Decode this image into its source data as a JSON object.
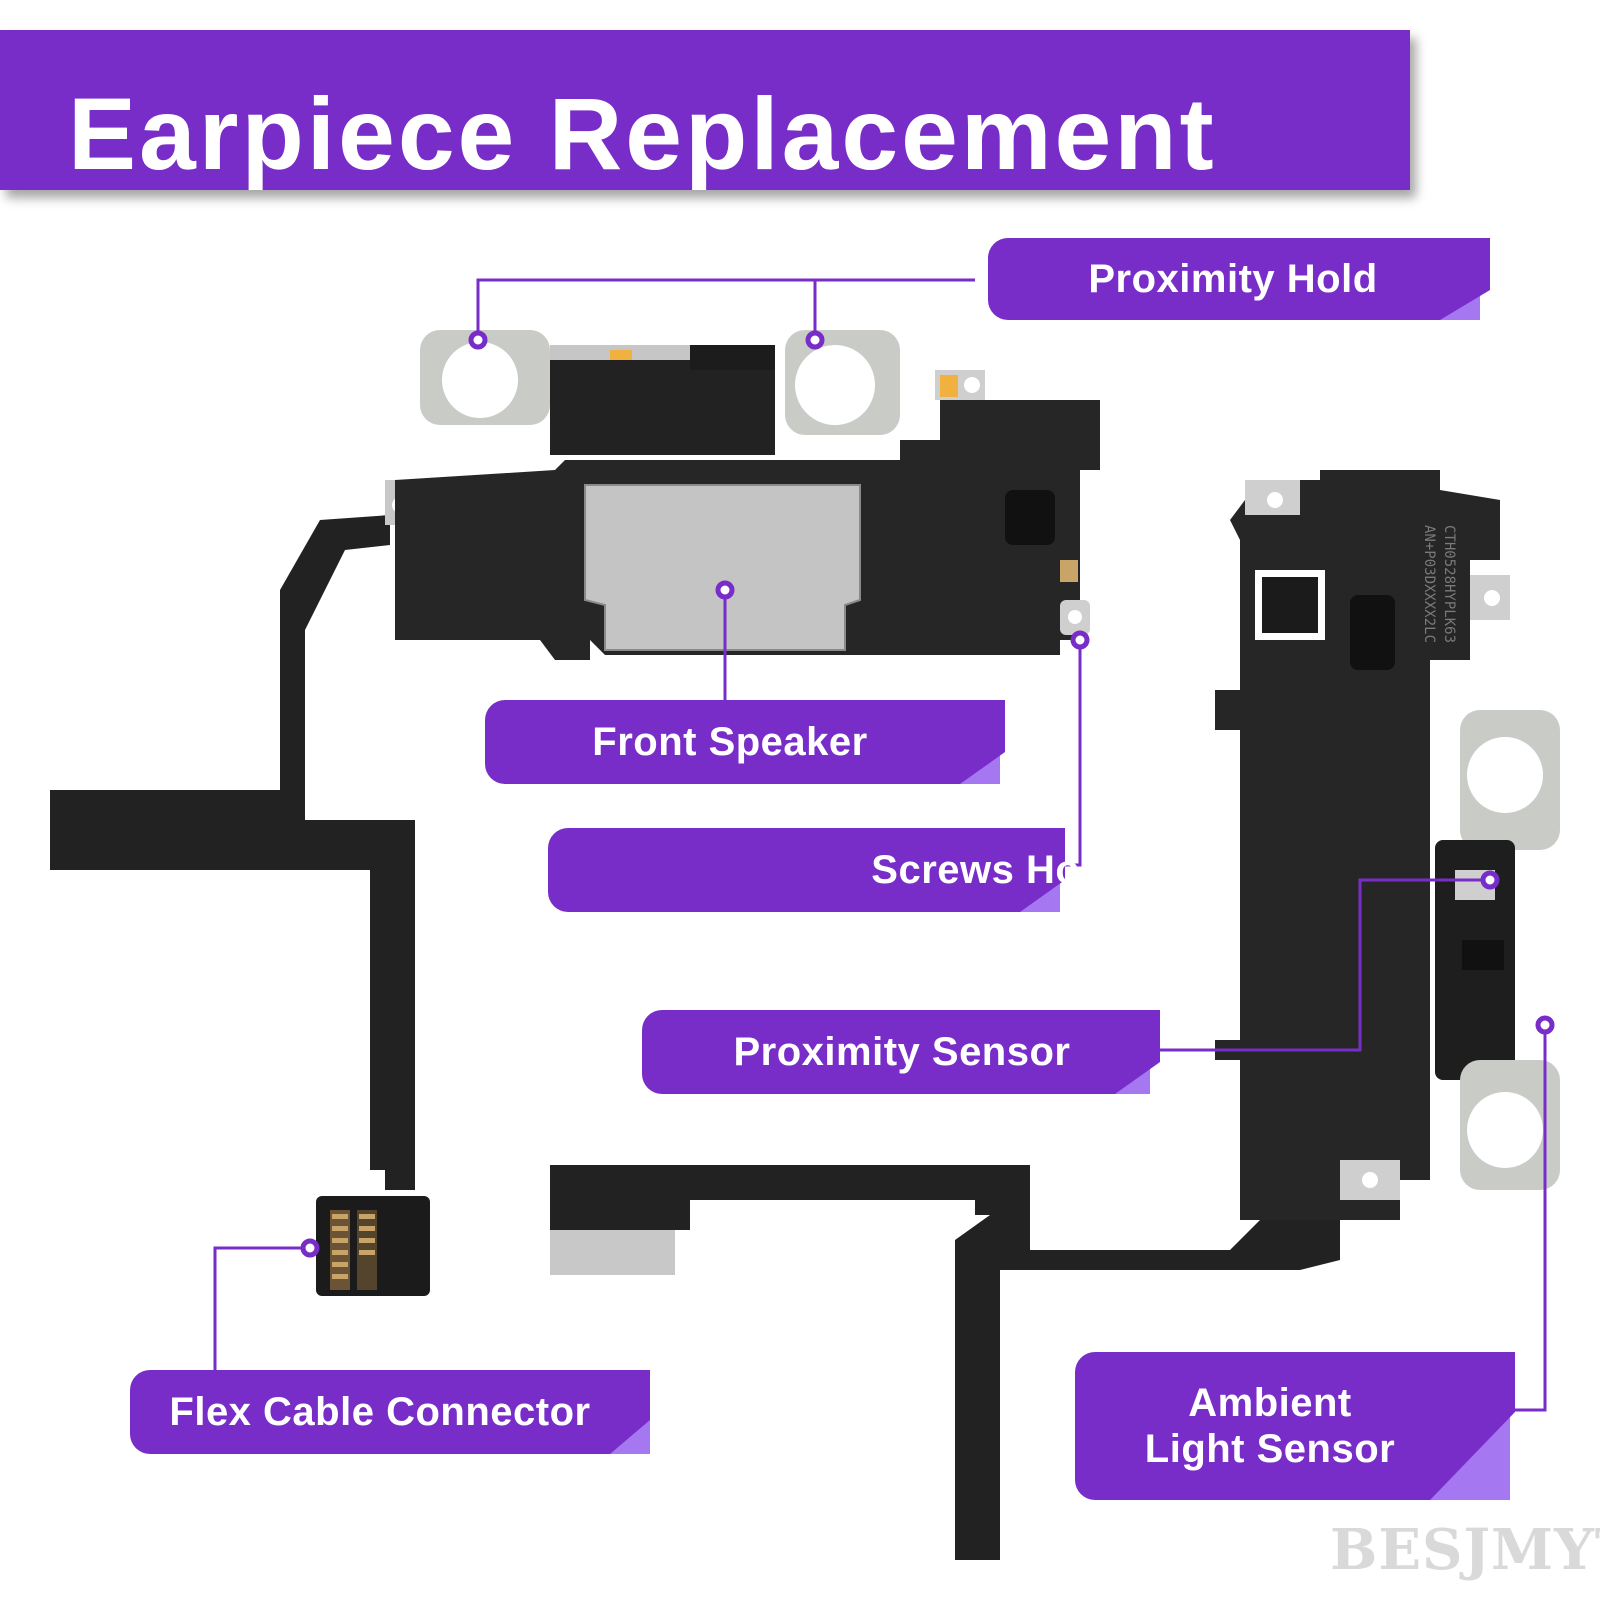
{
  "title": "Earpiece Replacement",
  "colors": {
    "accent": "#782dc8",
    "accent_light": "#a577f0",
    "component_body": "#262626",
    "metal": "#c9c9c9"
  },
  "callouts": {
    "proximity_hold": "Proximity Hold",
    "front_speaker": "Front Speaker",
    "screws_hole": "Screws Hole",
    "proximity_sensor": "Proximity Sensor",
    "flex_cable_connector": "Flex Cable Connector",
    "ambient_light_sensor_line1": "Ambient",
    "ambient_light_sensor_line2": "Light Sensor"
  },
  "part_marking": {
    "line1": "CTH0528HYPLK63",
    "line2": "AN+P03DXXXX2LC"
  },
  "watermark": "BESJMYT"
}
